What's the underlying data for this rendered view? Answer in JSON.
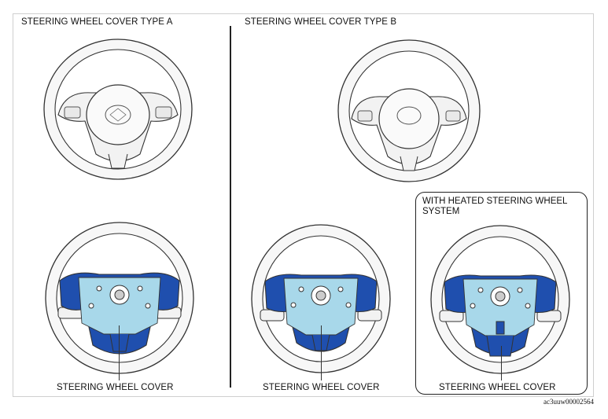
{
  "figure": {
    "section_a": {
      "title": "STEERING WHEEL COVER TYPE A",
      "cover_label": "STEERING WHEEL COVER"
    },
    "section_b": {
      "title": "STEERING WHEEL COVER TYPE B",
      "cover_label": "STEERING WHEEL COVER"
    },
    "heated": {
      "title": "WITH HEATED STEERING WHEEL SYSTEM",
      "cover_label": "STEERING WHEEL COVER"
    },
    "figure_id": "ac3uuw00002564"
  },
  "colors": {
    "cover_dark": "#1f4fae",
    "cover_light": "#a8d8ea",
    "outline": "#333333"
  }
}
